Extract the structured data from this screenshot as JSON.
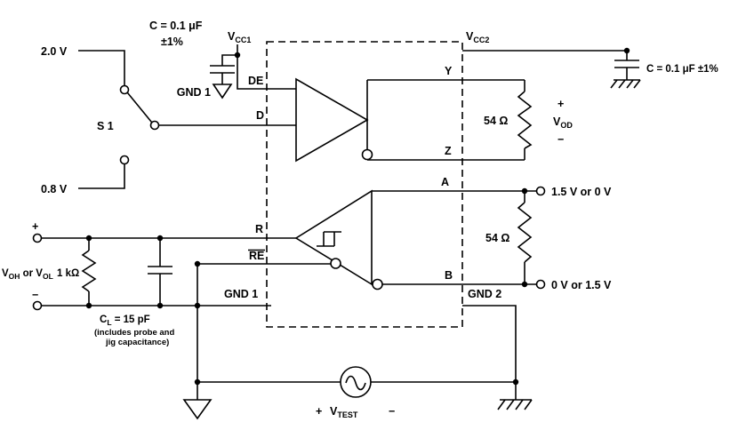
{
  "colors": {
    "ink": "#000000",
    "background": "#ffffff"
  },
  "labels": {
    "v20": "2.0 V",
    "v08": "0.8 V",
    "s1": "S 1",
    "cap1_value": "C = 0.1 μF",
    "cap1_tol": "±1%",
    "gnd1_cap": "GND 1",
    "vcc1_base": "V",
    "vcc1_sub": "CC1",
    "de": "DE",
    "d": "D",
    "y": "Y",
    "z": "Z",
    "a": "A",
    "b": "B",
    "r": "R",
    "re": "RE",
    "gnd1_pin": "GND 1",
    "gnd2_pin": "GND 2",
    "vcc2_base": "V",
    "vcc2_sub": "CC2",
    "cap2_value": "C = 0.1 μF ±1%",
    "r54_top": "54 Ω",
    "r54_bottom": "54 Ω",
    "vod_plus": "+",
    "vod_base": "V",
    "vod_sub": "OD",
    "vod_minus": "−",
    "a_voltage": "1.5 V or 0 V",
    "b_voltage": "0 V or 1.5 V",
    "meas_plus": "+",
    "meas_minus": "−",
    "meas_p1": "V",
    "meas_p2": "OH",
    "meas_p3": " or V",
    "meas_p4": "OL",
    "r1k": "1 kΩ",
    "cl_p1": "C",
    "cl_p2": "L",
    "cl_p3": " = 15 pF",
    "cl_note1": "(includes probe and",
    "cl_note2": "jig capacitance)",
    "vtest_plus": "+",
    "vtest_base": "V",
    "vtest_sub": "TEST",
    "vtest_minus": "−"
  }
}
